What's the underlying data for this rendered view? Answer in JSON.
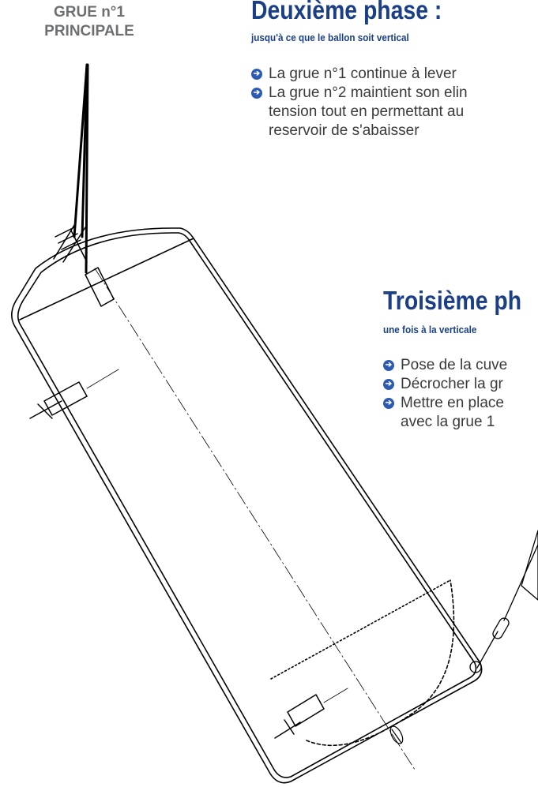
{
  "crane_label": {
    "line1": "GRUE n°1",
    "line2": "PRINCIPALE"
  },
  "phase2": {
    "title": "Deuxième phase :",
    "subtitle": "jusqu'à ce que le ballon soit vertical",
    "bullets": [
      {
        "text": "La grue n°1 continue à lever"
      },
      {
        "text": "La grue n°2 maintient son elin",
        "cont1": "tension tout en permettant au",
        "cont2": "reservoir de s'abaisser"
      }
    ]
  },
  "phase3": {
    "title": "Troisième ph",
    "subtitle": "une fois à la verticale",
    "bullets": [
      {
        "text": "Pose de la cuve"
      },
      {
        "text": "Décrocher la gr"
      },
      {
        "text": "Mettre en place",
        "cont1": "avec la grue 1"
      }
    ]
  },
  "colors": {
    "title_blue": "#1b3f86",
    "bullet_blue": "#2d5bb1",
    "label_grey": "#6d6f72",
    "body_text": "#3a3a3c",
    "line": "#000000"
  },
  "icons": {
    "bullet": "arrow-circle-right-icon"
  }
}
